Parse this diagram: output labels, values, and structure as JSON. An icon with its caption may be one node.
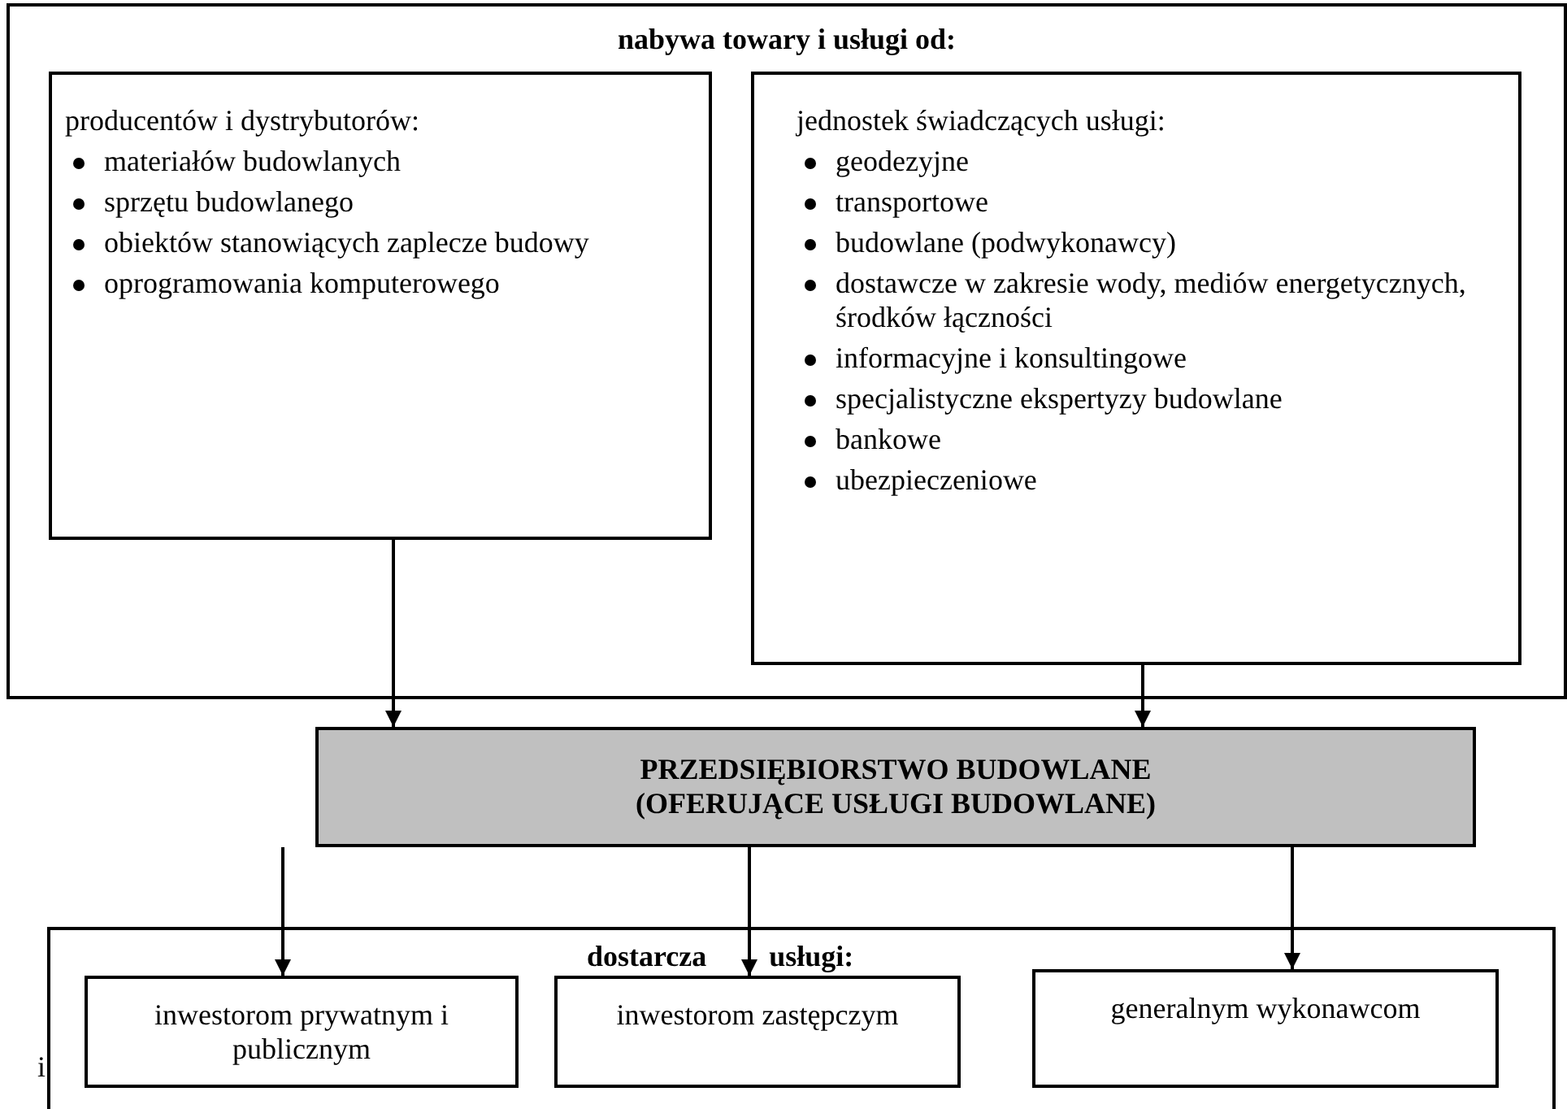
{
  "diagram": {
    "nodes": [
      {
        "text": [
          "nabywa towary i usługi od:"
        ]
      },
      {
        "text": [
          "producentów i dystrybutorów:",
          "materiałów budowlanych",
          "sprzętu budowlanego",
          "obiektów stanowiących zaplecze budowy",
          "oprogramowania komputerowego"
        ],
        "in": 0
      },
      {
        "text": [
          "jednostek świadczących usługi:",
          "geodezyjne",
          "transportowe",
          "budowlane (podwykonawcy)",
          "dostawcze w zakresie wody, mediów energetycznych, środków łączności",
          "informacyjne i konsultingowe",
          "specjalistyczne ekspertyzy budowlane",
          "bankowe",
          "ubezpieczeniowe"
        ],
        "in": 0
      },
      {
        "text": [
          "PRZEDSIĘBIORSTWO BUDOWLANE (OFERUJĄCE USŁUGI BUDOWLANE)"
        ]
      },
      {
        "text": [
          "dostarcza usługi:"
        ]
      },
      {
        "text": [
          "inwestorom prywatnym i publicznym"
        ],
        "in": 4
      },
      {
        "text": [
          "inwestorom zastępczym"
        ],
        "in": 4
      },
      {
        "text": [
          "generalnym wykonawcom"
        ],
        "in": 4
      }
    ],
    "edges": [
      {
        "from": 1,
        "to": 3,
        "arrow": "to"
      },
      {
        "from": 2,
        "to": 3,
        "arrow": "to"
      },
      {
        "from": 3,
        "to": 5,
        "arrow": "to"
      },
      {
        "from": 3,
        "to": 6,
        "arrow": "to"
      },
      {
        "from": 3,
        "to": 7,
        "arrow": "to"
      }
    ],
    "labels": [
      "i"
    ]
  }
}
